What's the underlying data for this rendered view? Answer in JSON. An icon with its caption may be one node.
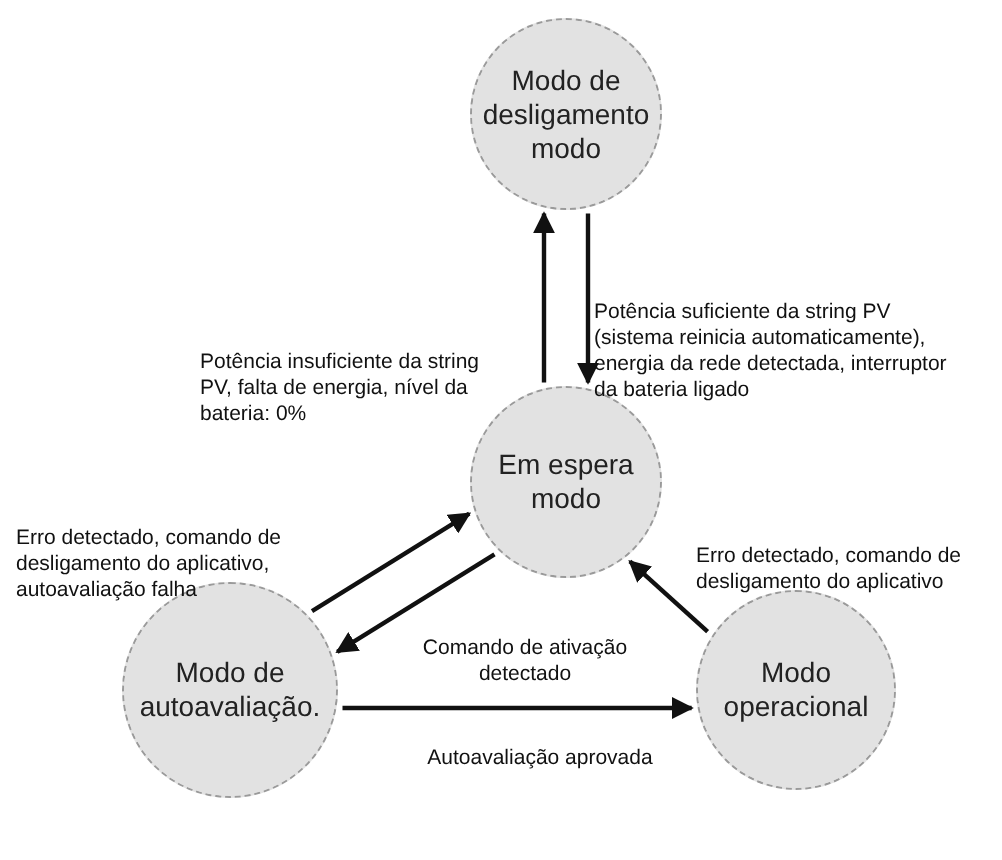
{
  "diagram": {
    "nodes": [
      {
        "text": [
          "Modo de desligamento modo"
        ]
      },
      {
        "text": [
          "Em espera modo"
        ]
      },
      {
        "text": [
          "Modo de autoavaliação."
        ]
      },
      {
        "text": [
          "Modo operacional"
        ]
      }
    ],
    "edges": [
      {
        "from": 1,
        "to": 0,
        "arrow": "to",
        "label": "Potência insuficiente da string PV, falta de energia, nível da bateria: 0%"
      },
      {
        "from": 0,
        "to": 1,
        "arrow": "to",
        "label": "Potência suficiente da string PV (sistema reinicia automaticamente), energia da rede detectada, interruptor da bateria ligado"
      },
      {
        "from": 2,
        "to": 1,
        "arrow": "to",
        "label": "Erro detectado, comando de desligamento do aplicativo, autoavaliação falha"
      },
      {
        "from": 1,
        "to": 2,
        "arrow": "to",
        "label": "Comando de ativação detectado"
      },
      {
        "from": 3,
        "to": 1,
        "arrow": "to",
        "label": "Erro detectado, comando de desligamento do aplicativo"
      },
      {
        "from": 2,
        "to": 3,
        "arrow": "to",
        "label": "Autoavaliação aprovada"
      }
    ]
  }
}
